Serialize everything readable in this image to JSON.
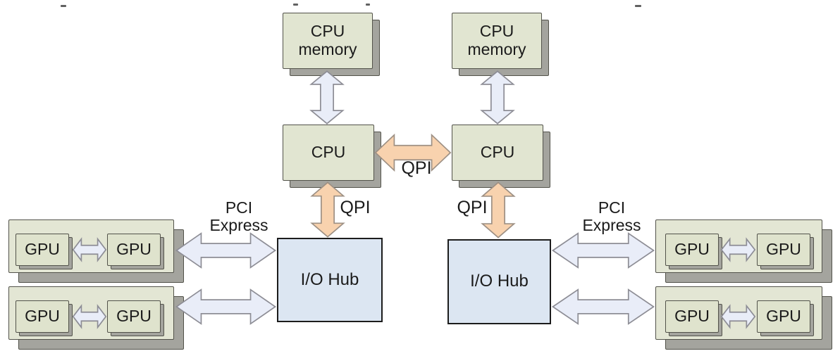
{
  "labels": {
    "cpu_memory": "CPU memory",
    "cpu": "CPU",
    "io_hub": "I/O Hub",
    "gpu": "GPU",
    "qpi": "QPI",
    "pci_express": "PCI Express"
  },
  "colors": {
    "background": "#ffffff",
    "text": "#1b1b1b",
    "box_fill": "#e1e5d1",
    "board_fill": "#e3e6d4",
    "gpu_fill": "#dfe3cd",
    "box_border": "#52524a",
    "box_shadow": "#a4a49e",
    "hub_fill": "#dce6f2",
    "hub_border": "#1c1c1c",
    "arrow_blue_fill": "#e9edf8",
    "arrow_blue_edge": "#8d8d95",
    "arrow_orange_fill": "#f8d2ae",
    "arrow_orange_edge": "#9d9084"
  },
  "topology": {
    "nodes": [
      "cpu-memory-left",
      "cpu-memory-right",
      "cpu-left",
      "cpu-right",
      "io-hub-left",
      "io-hub-right",
      "gpu-board-left-top (GPU x2)",
      "gpu-board-left-bottom (GPU x2)",
      "gpu-board-right-top (GPU x2)",
      "gpu-board-right-bottom (GPU x2)"
    ],
    "edges": [
      {
        "from": "cpu-memory-left",
        "to": "cpu-left",
        "label": ""
      },
      {
        "from": "cpu-memory-right",
        "to": "cpu-right",
        "label": ""
      },
      {
        "from": "cpu-left",
        "to": "cpu-right",
        "label": "QPI"
      },
      {
        "from": "cpu-left",
        "to": "io-hub-left",
        "label": "QPI"
      },
      {
        "from": "cpu-right",
        "to": "io-hub-right",
        "label": "QPI"
      },
      {
        "from": "io-hub-left",
        "to": "gpu-board-left-top",
        "label": "PCI Express"
      },
      {
        "from": "io-hub-left",
        "to": "gpu-board-left-bottom",
        "label": "PCI Express"
      },
      {
        "from": "io-hub-right",
        "to": "gpu-board-right-top",
        "label": "PCI Express"
      },
      {
        "from": "io-hub-right",
        "to": "gpu-board-right-bottom",
        "label": "PCI Express"
      },
      {
        "from": "gpu",
        "to": "gpu",
        "label": "",
        "note": "peer link inside each board, x4"
      }
    ]
  }
}
